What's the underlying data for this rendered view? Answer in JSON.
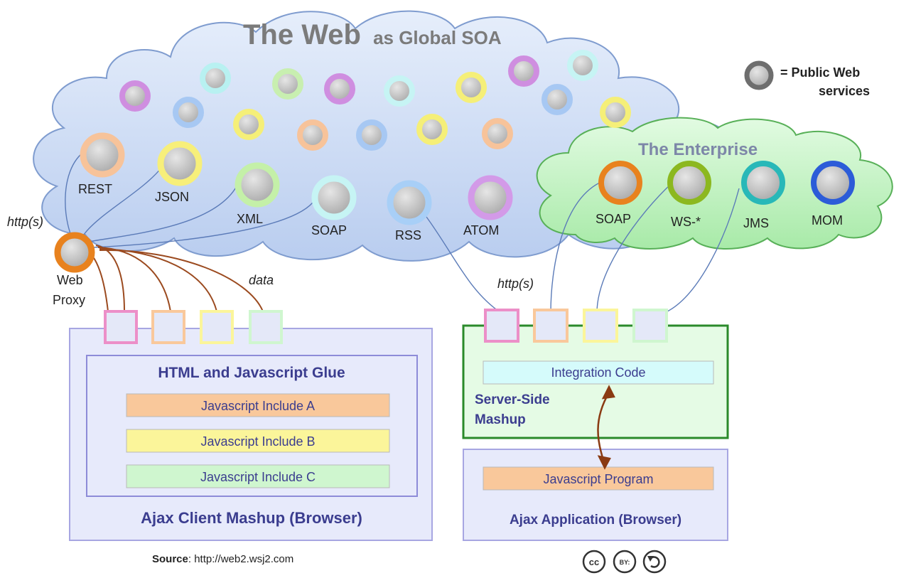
{
  "title": {
    "main": "The Web",
    "sub": "as Global SOA"
  },
  "legend": {
    "text_line1": "= Public Web",
    "text_line2": "services"
  },
  "enterprise": {
    "title": "The Enterprise",
    "services": [
      {
        "label": "SOAP",
        "color": "#e8821e"
      },
      {
        "label": "WS-*",
        "color": "#8cb820"
      },
      {
        "label": "JMS",
        "color": "#28b8b8"
      },
      {
        "label": "MOM",
        "color": "#2c5cd8"
      }
    ]
  },
  "web_services": [
    {
      "label": "REST",
      "color": "#f7c39a"
    },
    {
      "label": "JSON",
      "color": "#f7ef7a"
    },
    {
      "label": "XML",
      "color": "#c4f0a8"
    },
    {
      "label": "SOAP",
      "color": "#c6f4f4"
    },
    {
      "label": "RSS",
      "color": "#a8cff7"
    },
    {
      "label": "ATOM",
      "color": "#d39ae8"
    }
  ],
  "proxy": {
    "protocol": "http(s)",
    "label_line1": "Web",
    "label_line2": "Proxy",
    "data_label": "data"
  },
  "client_mashup": {
    "title": "HTML and Javascript Glue",
    "includes": [
      {
        "label": "Javascript Include A",
        "color": "#f9c89b"
      },
      {
        "label": "Javascript Include B",
        "color": "#fbf59a"
      },
      {
        "label": "Javascript Include C",
        "color": "#cff6cf"
      }
    ],
    "caption": "Ajax Client Mashup (Browser)"
  },
  "server_mashup": {
    "protocol": "http(s)",
    "integration": "Integration Code",
    "label_line1": "Server-Side",
    "label_line2": "Mashup"
  },
  "ajax_app": {
    "program": "Javascript Program",
    "caption": "Ajax Application (Browser)"
  },
  "footer": {
    "source_label": "Source",
    "source_url": ": http://web2.wsj2.com",
    "cc": "cc",
    "by": "BY:"
  }
}
